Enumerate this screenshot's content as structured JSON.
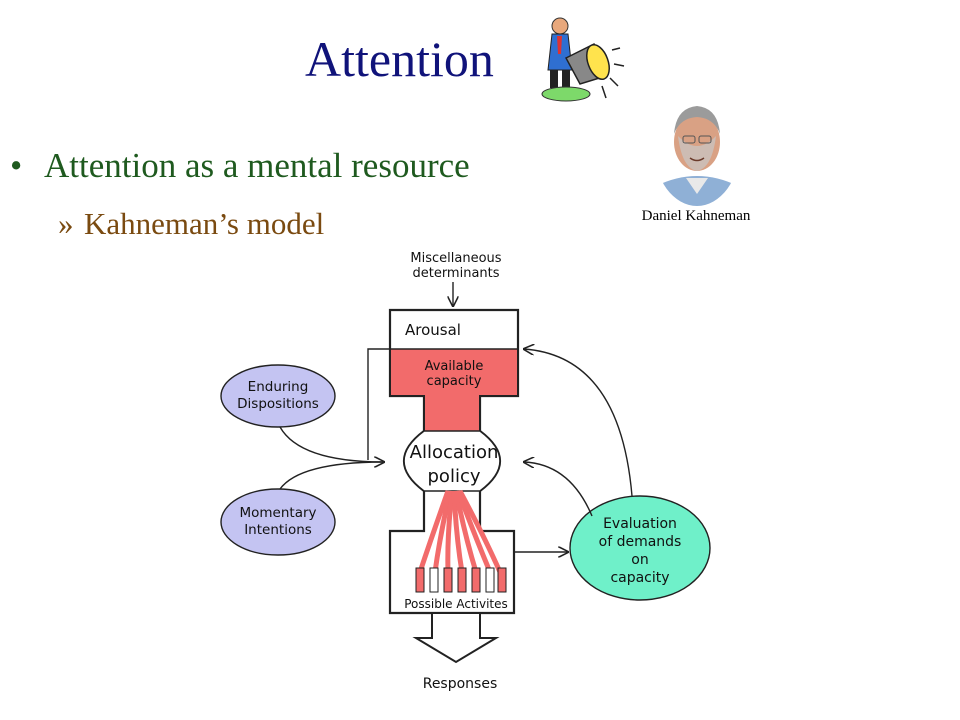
{
  "slide": {
    "title": "Attention",
    "bullet": "Attention as a mental resource",
    "bullet_symbol": "•",
    "sub_bullet_symbol": "»",
    "sub_bullet": "Kahneman’s model",
    "portrait_caption": "Daniel Kahneman"
  },
  "diagram": {
    "misc_line1": "Miscellaneous",
    "misc_line2": "determinants",
    "arousal": "Arousal",
    "available_line1": "Available",
    "available_line2": "capacity",
    "allocation_line1": "Allocation",
    "allocation_line2": "policy",
    "enduring_line1": "Enduring",
    "enduring_line2": "Dispositions",
    "momentary_line1": "Momentary",
    "momentary_line2": "Intentions",
    "evaluation_line1": "Evaluation",
    "evaluation_line2": "of demands",
    "evaluation_line3": "on",
    "evaluation_line4": "capacity",
    "possible_activities": "Possible Activites",
    "responses": "Responses"
  },
  "colors": {
    "title": "#10137a",
    "bullet": "#1f5a1f",
    "sub_bullet": "#7a4a10",
    "capacity_fill": "#f26b6b",
    "disposition_fill": "#c4c4f2",
    "evaluation_fill": "#6ff0c9"
  }
}
